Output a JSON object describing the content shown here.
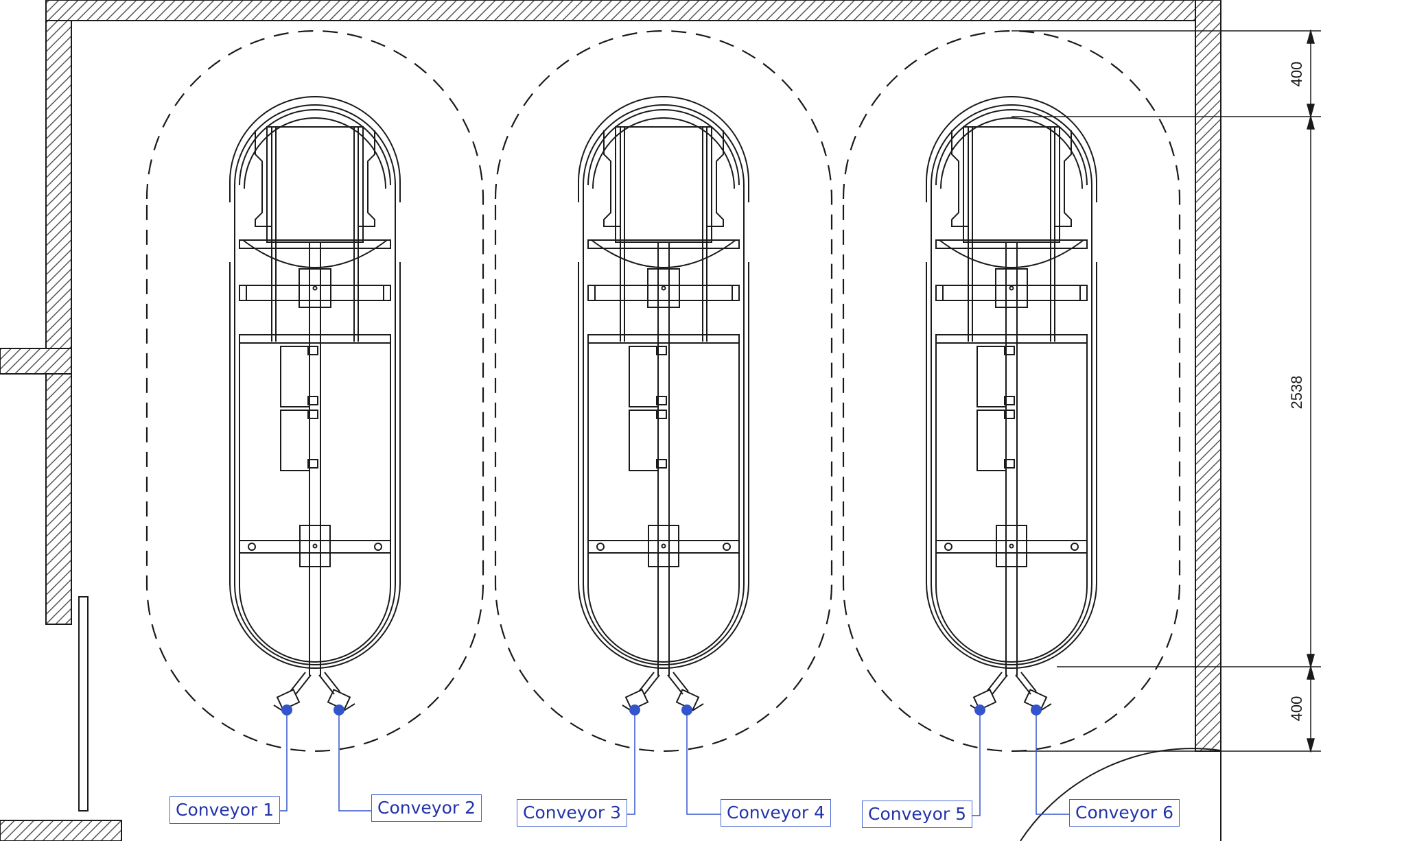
{
  "conveyors": [
    {
      "label": "Conveyor 1"
    },
    {
      "label": "Conveyor 2"
    },
    {
      "label": "Conveyor 3"
    },
    {
      "label": "Conveyor 4"
    },
    {
      "label": "Conveyor 5"
    },
    {
      "label": "Conveyor 6"
    }
  ],
  "dimensions": {
    "top_clearance": "400",
    "machine_length": "2538",
    "bottom_clearance": "400"
  },
  "colors": {
    "line": "#1a1a1a",
    "callout": "#3355cc",
    "label_text": "#2233aa",
    "hatch": "#555555"
  }
}
